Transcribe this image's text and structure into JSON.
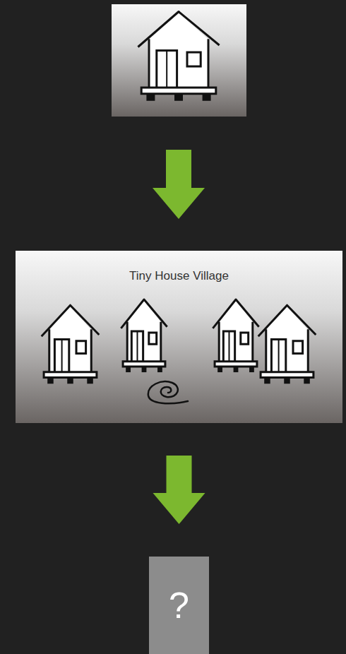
{
  "diagram": {
    "nodes": [
      {
        "text": [
          "Tiny House Village"
        ]
      },
      {
        "text": [
          "?"
        ]
      }
    ],
    "edges": [
      {
        "from": 0,
        "to": 1,
        "arrow": "to"
      }
    ]
  }
}
